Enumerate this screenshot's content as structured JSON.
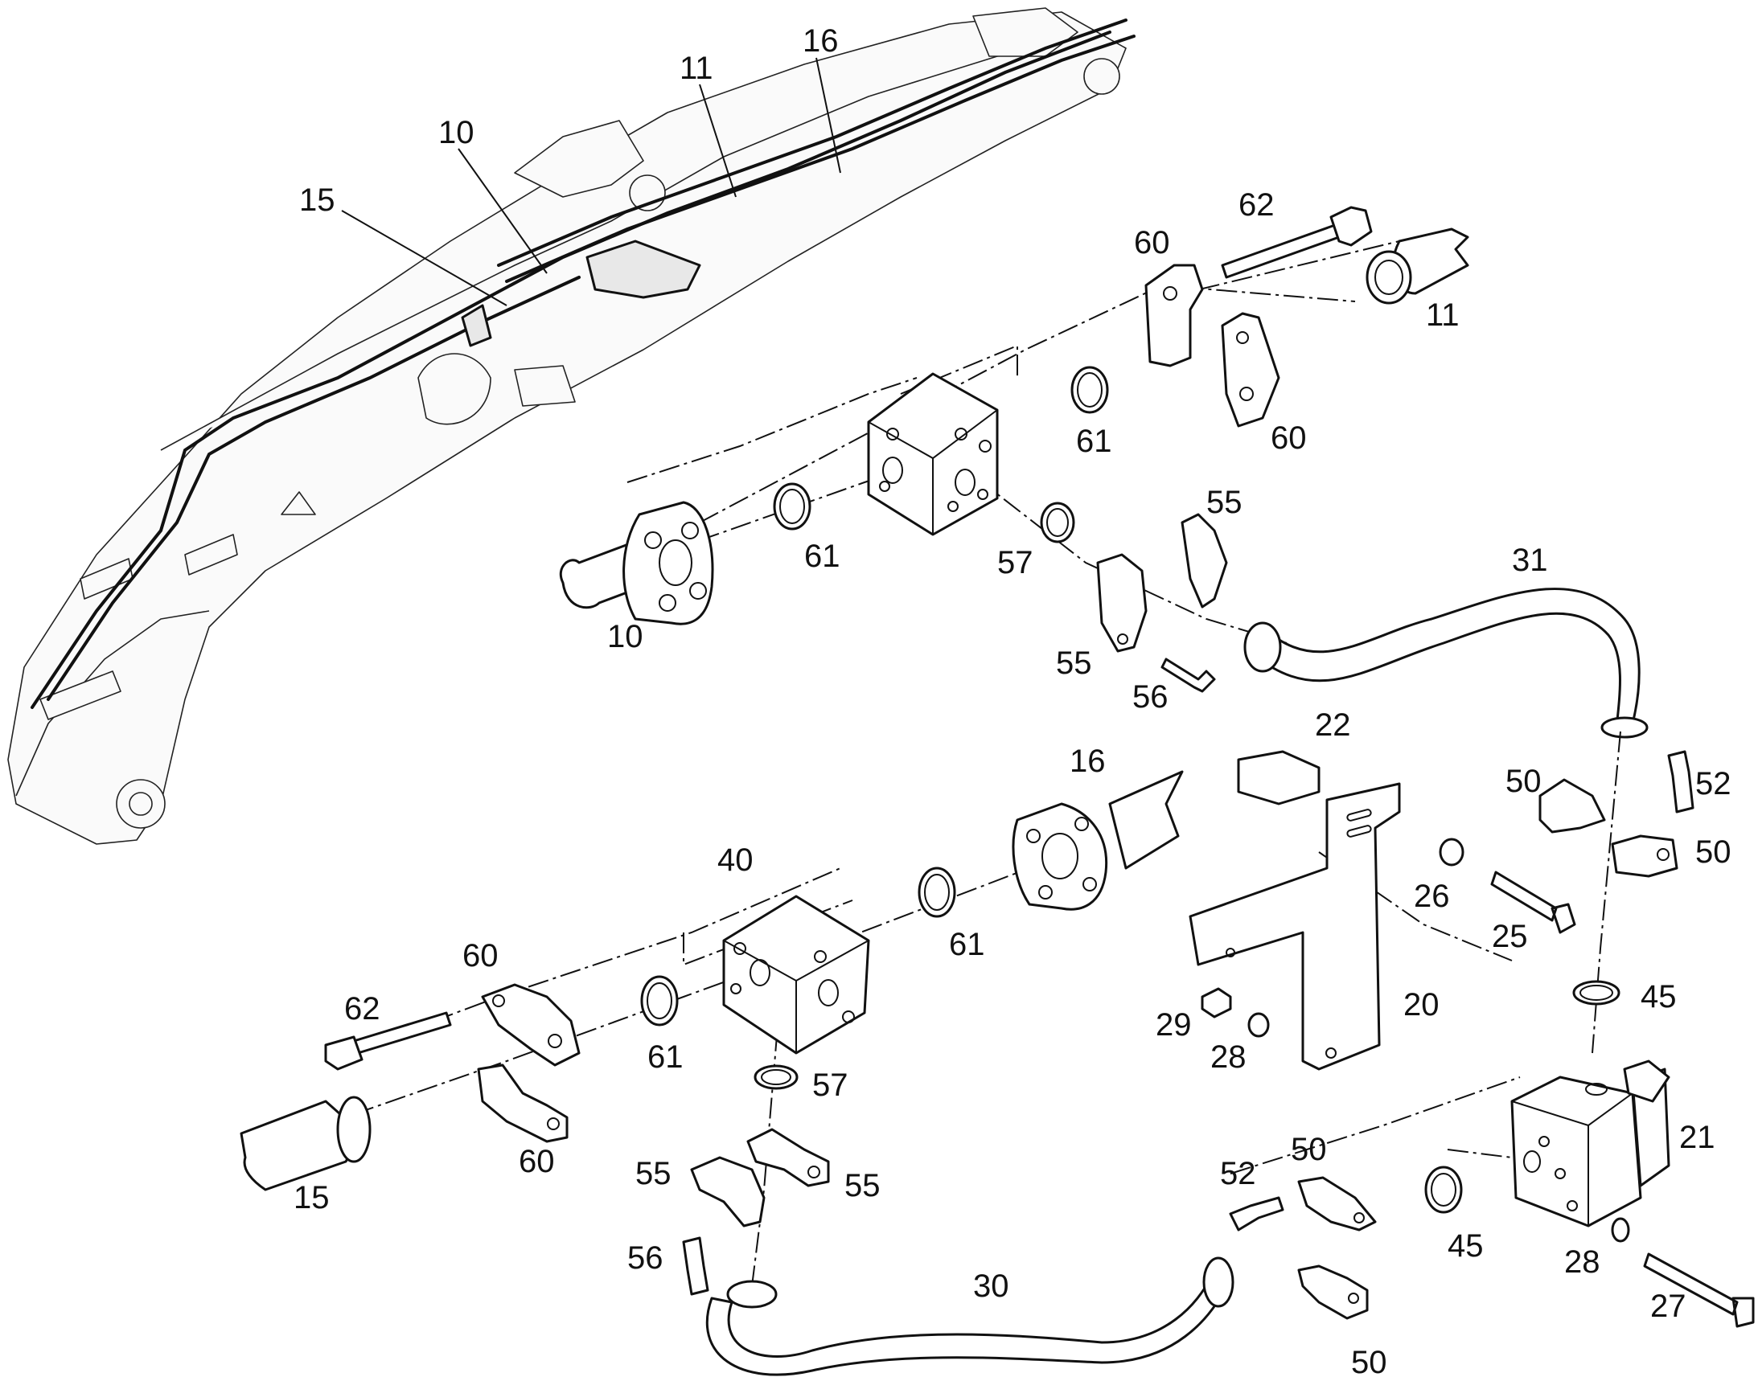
{
  "diagram": {
    "callouts": [
      {
        "id": "c-boom-15",
        "label": "15"
      },
      {
        "id": "c-boom-10",
        "label": "10"
      },
      {
        "id": "c-boom-11",
        "label": "11"
      },
      {
        "id": "c-boom-16",
        "label": "16"
      },
      {
        "id": "c-62a",
        "label": "62"
      },
      {
        "id": "c-60a",
        "label": "60"
      },
      {
        "id": "c-11",
        "label": "11"
      },
      {
        "id": "c-61a",
        "label": "61"
      },
      {
        "id": "c-60b",
        "label": "60"
      },
      {
        "id": "c-61b",
        "label": "61"
      },
      {
        "id": "c-10",
        "label": "10"
      },
      {
        "id": "c-57a",
        "label": "57"
      },
      {
        "id": "c-55a",
        "label": "55"
      },
      {
        "id": "c-55b",
        "label": "55"
      },
      {
        "id": "c-56a",
        "label": "56"
      },
      {
        "id": "c-31",
        "label": "31"
      },
      {
        "id": "c-22",
        "label": "22"
      },
      {
        "id": "c-16",
        "label": "16"
      },
      {
        "id": "c-50a",
        "label": "50"
      },
      {
        "id": "c-52a",
        "label": "52"
      },
      {
        "id": "c-50b",
        "label": "50"
      },
      {
        "id": "c-40",
        "label": "40"
      },
      {
        "id": "c-26",
        "label": "26"
      },
      {
        "id": "c-25",
        "label": "25"
      },
      {
        "id": "c-61c",
        "label": "61"
      },
      {
        "id": "c-60c",
        "label": "60"
      },
      {
        "id": "c-62b",
        "label": "62"
      },
      {
        "id": "c-61d",
        "label": "61"
      },
      {
        "id": "c-20",
        "label": "20"
      },
      {
        "id": "c-45a",
        "label": "45"
      },
      {
        "id": "c-29",
        "label": "29"
      },
      {
        "id": "c-28a",
        "label": "28"
      },
      {
        "id": "c-57b",
        "label": "57"
      },
      {
        "id": "c-21",
        "label": "21"
      },
      {
        "id": "c-15",
        "label": "15"
      },
      {
        "id": "c-60d",
        "label": "60"
      },
      {
        "id": "c-55c",
        "label": "55"
      },
      {
        "id": "c-55d",
        "label": "55"
      },
      {
        "id": "c-52b",
        "label": "52"
      },
      {
        "id": "c-50c",
        "label": "50"
      },
      {
        "id": "c-56b",
        "label": "56"
      },
      {
        "id": "c-45b",
        "label": "45"
      },
      {
        "id": "c-28b",
        "label": "28"
      },
      {
        "id": "c-30",
        "label": "30"
      },
      {
        "id": "c-27",
        "label": "27"
      },
      {
        "id": "c-50d",
        "label": "50"
      }
    ]
  }
}
